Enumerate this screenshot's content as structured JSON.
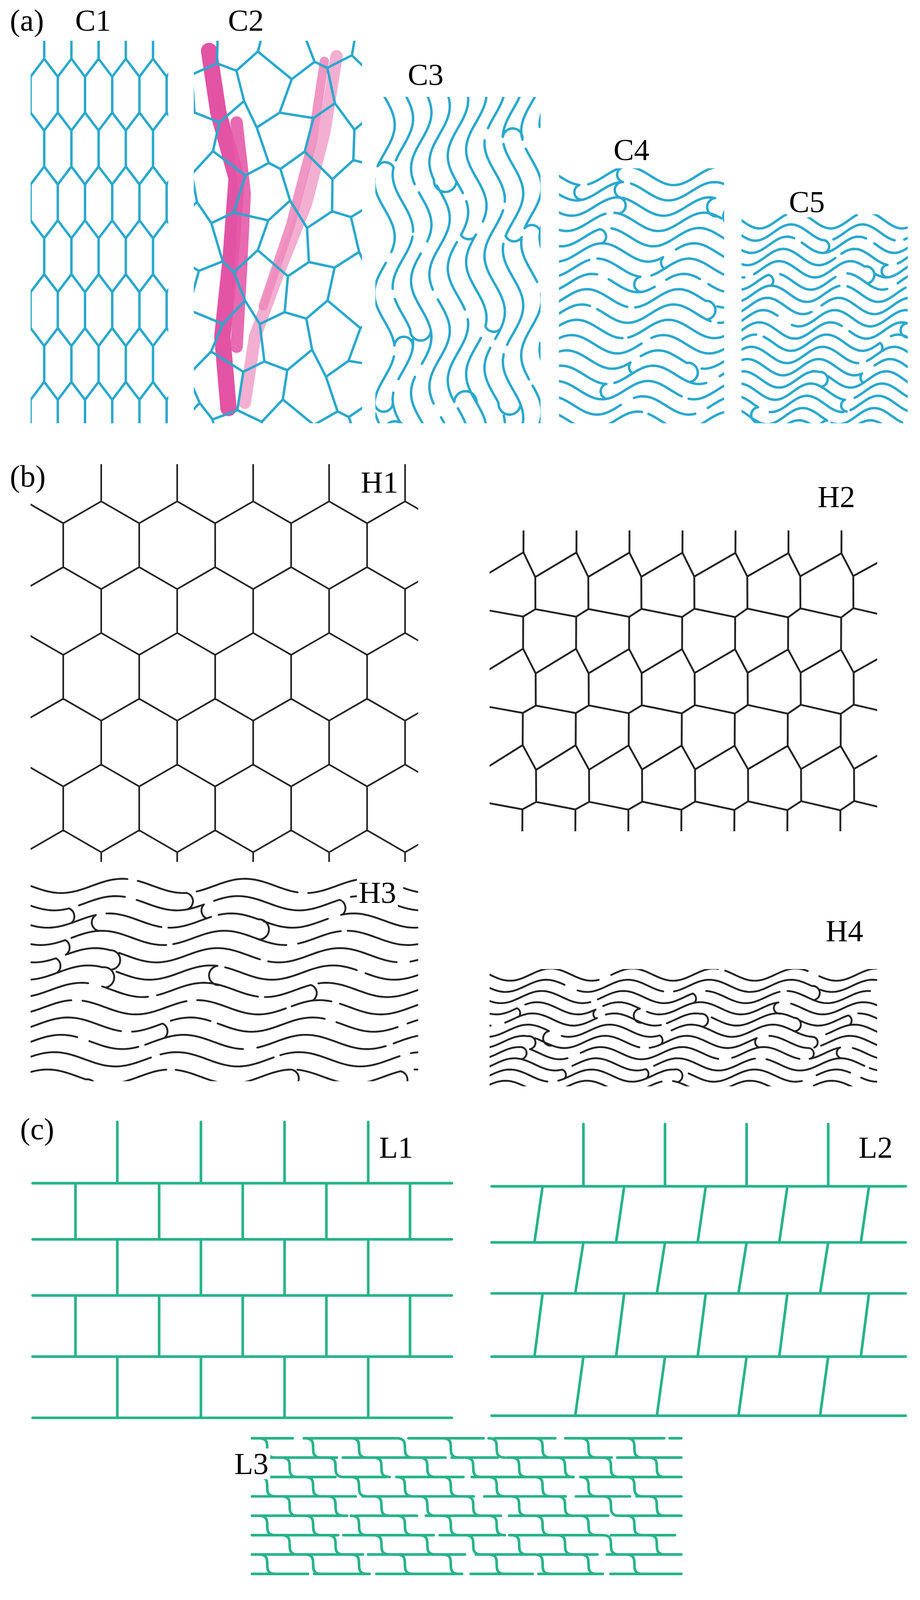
{
  "diagram": {
    "labels": [
      "(a)",
      "C1",
      "C2",
      "C3",
      "C4",
      "C5",
      "(b)",
      "H1",
      "H2",
      "H3",
      "H4",
      "(c)",
      "L1",
      "L2",
      "L3"
    ]
  }
}
